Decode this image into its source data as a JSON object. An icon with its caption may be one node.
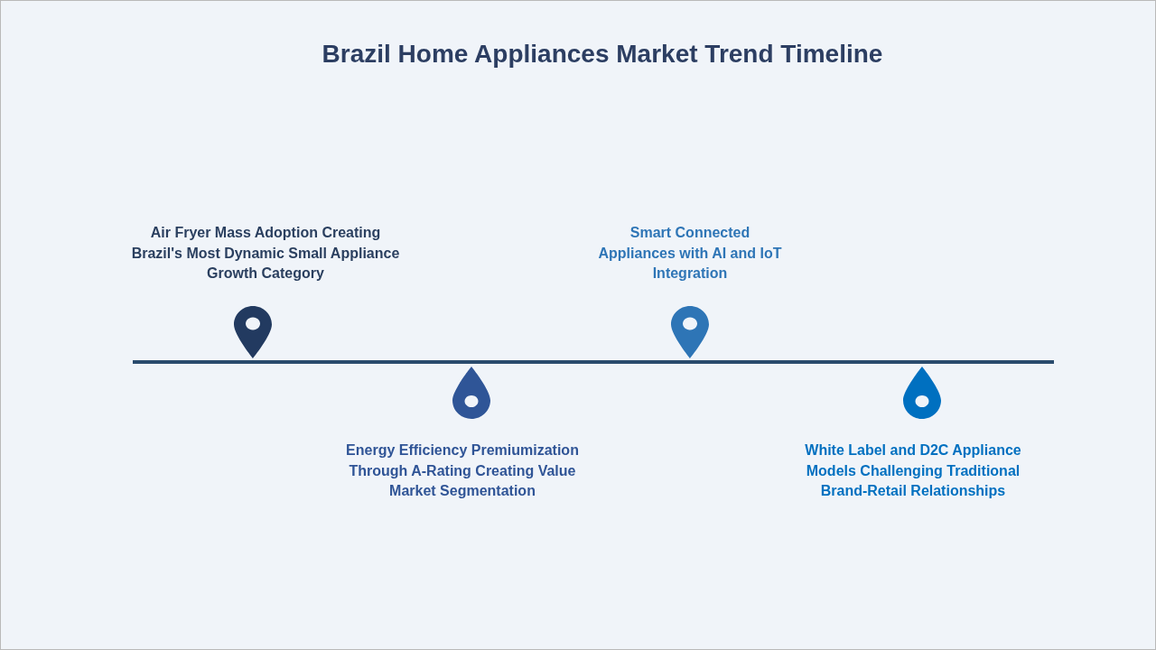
{
  "diagram": {
    "title": "Brazil Home Appliances Market Trend Timeline",
    "labels": [
      "Air Fryer Mass Adoption Creating Brazil's Most Dynamic Small Appliance Growth Category",
      "Energy Efficiency Premiumization Through A-Rating Creating Value Market Segmentation",
      "Smart Connected Appliances with AI and IoT Integration",
      "White Label and D2C Appliance Models Challenging Traditional Brand-Retail Relationships"
    ]
  }
}
